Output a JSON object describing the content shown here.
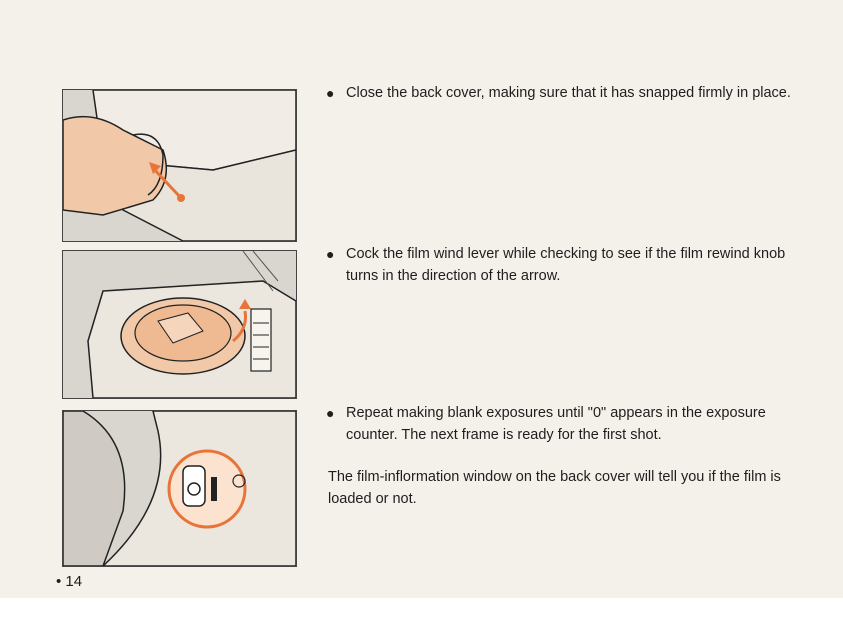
{
  "instructions": [
    {
      "bullet": "●",
      "text": "Close the back cover, making sure that it has snapped firmly in place."
    },
    {
      "bullet": "●",
      "text": "Cock the film wind lever while checking to see if the film rewind knob turns in the direction of the arrow."
    },
    {
      "bullet": "●",
      "text": "Repeat making blank exposures until \"0\" appears in the exposure counter. The next frame is ready for the first shot."
    }
  ],
  "note": "The film-inflormation window on the back cover will tell you if the film is loaded or not.",
  "page_number": "• 14",
  "colors": {
    "paper": "#f4f1ea",
    "illustration_orange": "#e8743a",
    "illustration_fill": "#f2c9a8",
    "screen_tone": "#d9d6d0"
  }
}
